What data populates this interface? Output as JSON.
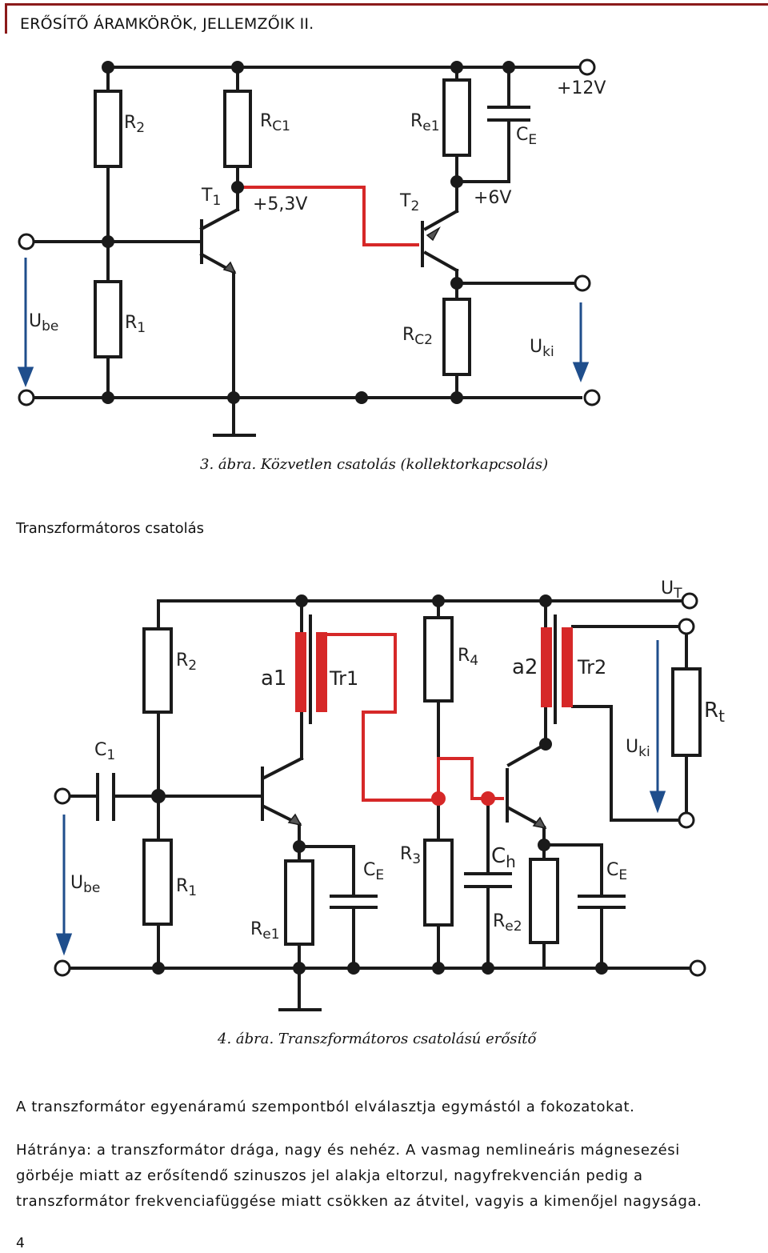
{
  "header": {
    "title": "ERŐSÍTŐ ÁRAMKÖRÖK, JELLEMZŐIK II."
  },
  "figure3": {
    "caption": "3. ábra. Közvetlen csatolás (kollektorkapcsolás)",
    "labels": {
      "r2": "R",
      "r2_sub": "2",
      "rc1": "R",
      "rc1_sub": "C1",
      "re1": "R",
      "re1_sub": "e1",
      "ce": "C",
      "ce_sub": "E",
      "supply": "+12V",
      "t1": "T",
      "t1_sub": "1",
      "v1": "+5,3V",
      "t2": "T",
      "t2_sub": "2",
      "v2": "+6V",
      "ube": "U",
      "ube_sub": "be",
      "r1": "R",
      "r1_sub": "1",
      "rc2": "R",
      "rc2_sub": "C2",
      "uki": "U",
      "uki_sub": "ki"
    }
  },
  "section": {
    "title": "Transzformátoros csatolás"
  },
  "figure4": {
    "caption": "4. ábra. Transzformátoros csatolású erősítő",
    "labels": {
      "ut": "U",
      "ut_sub": "T",
      "r2": "R",
      "r2_sub": "2",
      "a1": "a1",
      "tr1": "Tr1",
      "r4": "R",
      "r4_sub": "4",
      "a2": "a2",
      "tr2": "Tr2",
      "rt": "R",
      "rt_sub": "t",
      "c1": "C",
      "c1_sub": "1",
      "uki": "U",
      "uki_sub": "ki",
      "ube": "U",
      "ube_sub": "be",
      "r1": "R",
      "r1_sub": "1",
      "re1": "R",
      "re1_sub": "e1",
      "ce1": "C",
      "ce1_sub": "E",
      "r3": "R",
      "r3_sub": "3",
      "ch": "C",
      "ch_sub": "h",
      "re2": "R",
      "re2_sub": "e2",
      "ce2": "C",
      "ce2_sub": "E"
    }
  },
  "body": {
    "para1": "A transzformátor egyenáramú szempontból elválasztja egymástól a fokozatokat.",
    "para2_line1": "Hátránya: a transzformátor drága, nagy és nehéz. A vasmag nemlineáris mágnesezési",
    "para2_line2": "görbéje miatt az erősítendő szinuszos jel alakja eltorzul, nagyfrekvencián pedig a",
    "para2_line3": "transzformátor frekvenciafüggése miatt csökken az átvitel, vagyis a kimenőjel nagysága."
  },
  "footer": {
    "page_number": "4"
  },
  "colors": {
    "wire": "#1a1a1a",
    "highlight": "#d62828",
    "arrow": "#1f4e8c",
    "header_rule": "#8b1a1a"
  }
}
